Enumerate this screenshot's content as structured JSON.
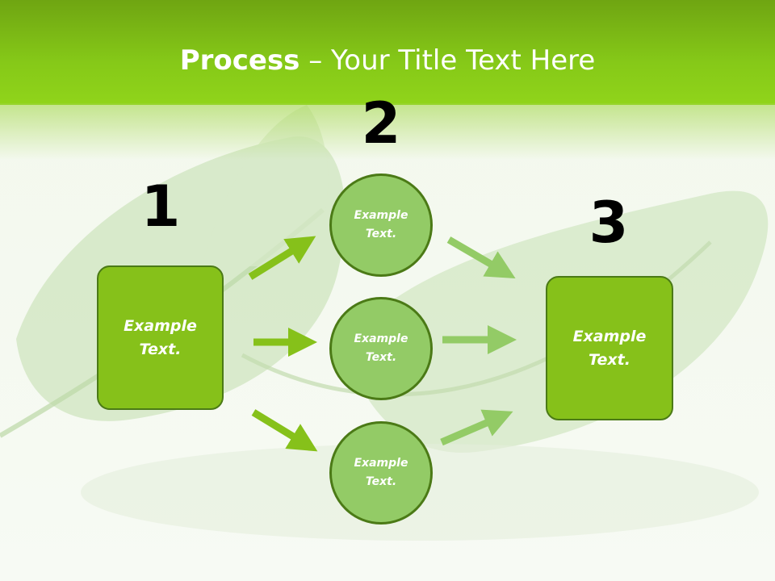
{
  "title": {
    "bold": "Process",
    "rest": " – Your Title Text Here"
  },
  "steps": {
    "one": {
      "number": "1",
      "text": "Example Text."
    },
    "two": {
      "number": "2",
      "circles": [
        {
          "text": "Example Text."
        },
        {
          "text": "Example Text."
        },
        {
          "text": "Example Text."
        }
      ]
    },
    "three": {
      "number": "3",
      "text": "Example Text."
    }
  },
  "colors": {
    "header_green": "#86c918",
    "box_fill": "#86c11a",
    "circle_fill": "#93cb66",
    "outline": "#4b7a16",
    "arrow_dark": "#86c11a",
    "arrow_light": "#93cb66"
  }
}
